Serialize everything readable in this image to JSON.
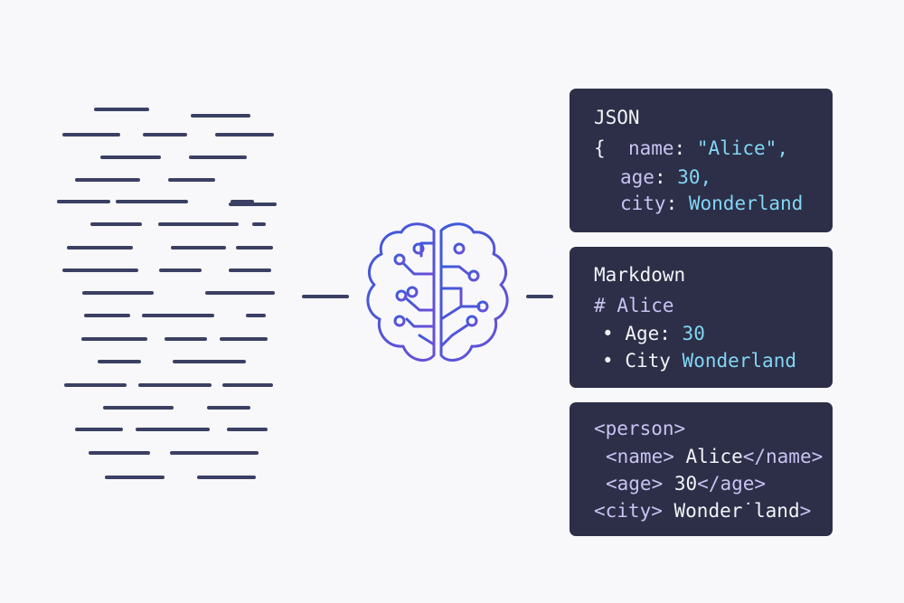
{
  "colors": {
    "background": "#f8f8fa",
    "text_lines": "#3b4063",
    "card_background": "#2c2f47",
    "brain_stroke_start": "#3a5bd9",
    "brain_stroke_end": "#6b4fd8",
    "key_color": "#c9c2f2",
    "value_color": "#83d6f5",
    "plain_text": "#f2f3f8"
  },
  "icons": {
    "source": "unstructured-text-lines-icon",
    "model": "brain-circuit-icon"
  },
  "json_card": {
    "title": "JSON",
    "open_brace": "{",
    "name_key": "name",
    "name_value": "\"Alice\",",
    "age_key": "age",
    "age_value": "30,",
    "city_key": "city",
    "city_value": "Wonderland"
  },
  "markdown_card": {
    "title": "Markdown",
    "heading_hash": "#",
    "heading_text": "Alice",
    "bullet": "•",
    "age_label": "Age:",
    "age_value": "30",
    "city_label": "City",
    "city_value": "Wonderland"
  },
  "xml_card": {
    "person_open": "<person>",
    "name_open": "<name>",
    "name_value": "Alice",
    "name_close": "</name>",
    "age_open": "<age>",
    "age_value": "30",
    "age_close": "</age>",
    "city_open": "<city>",
    "city_value": "Wonder˙land",
    "city_close": ">"
  }
}
